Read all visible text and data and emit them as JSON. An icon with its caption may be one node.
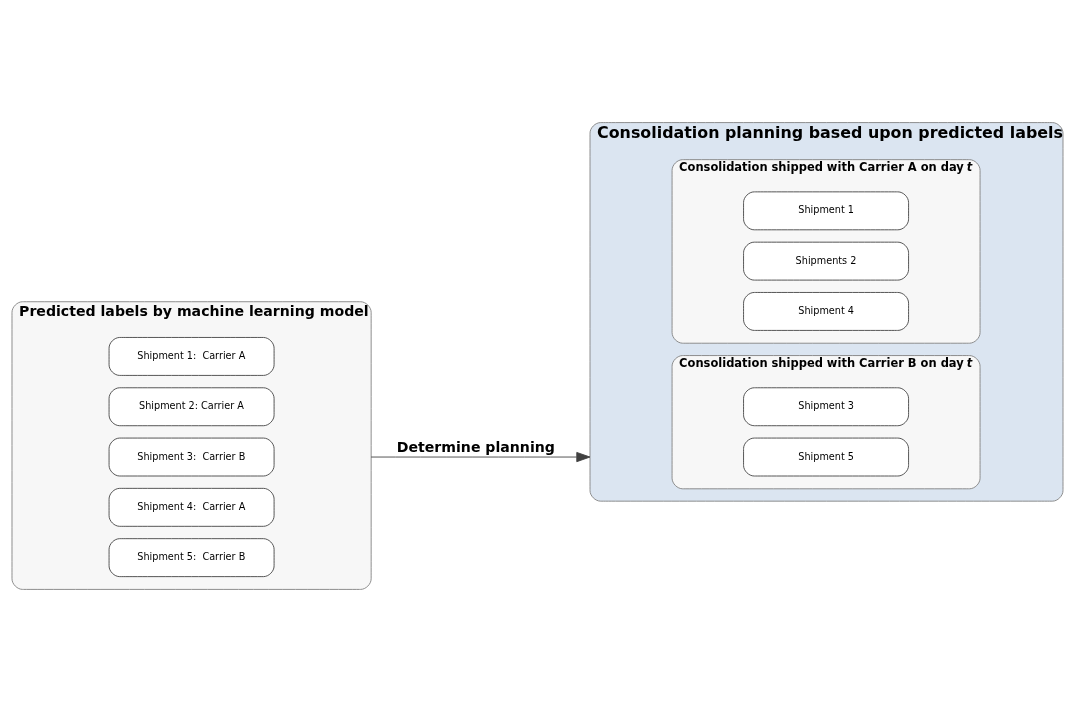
{
  "diagram": {
    "nodes": [
      {
        "text": [
          "Predicted labels by machine learning model"
        ]
      },
      {
        "text": [
          "Shipment 1:  Carrier A"
        ],
        "in": 0
      },
      {
        "text": [
          "Shipment 2: Carrier A"
        ],
        "in": 0
      },
      {
        "text": [
          "Shipment 3:  Carrier B"
        ],
        "in": 0
      },
      {
        "text": [
          "Shipment 4:  Carrier A"
        ],
        "in": 0
      },
      {
        "text": [
          "Shipment 5:  Carrier B"
        ],
        "in": 0
      },
      {
        "text": [
          "Consolidation planning based upon predicted labels"
        ]
      },
      {
        "text": [
          "Consolidation shipped with Carrier A on day *t*"
        ],
        "in": 6
      },
      {
        "text": [
          "Shipment 1"
        ],
        "in": 7
      },
      {
        "text": [
          "Shipments 2"
        ],
        "in": 7
      },
      {
        "text": [
          "Shipment 4"
        ],
        "in": 7
      },
      {
        "text": [
          "Consolidation shipped with Carrier B on day *t*"
        ],
        "in": 6
      },
      {
        "text": [
          "Shipment 3"
        ],
        "in": 11
      },
      {
        "text": [
          "Shipment 5"
        ],
        "in": 11
      }
    ],
    "edges": [
      {
        "from": 0,
        "to": 6,
        "arrow": "to",
        "label": "Determine planning"
      }
    ]
  }
}
